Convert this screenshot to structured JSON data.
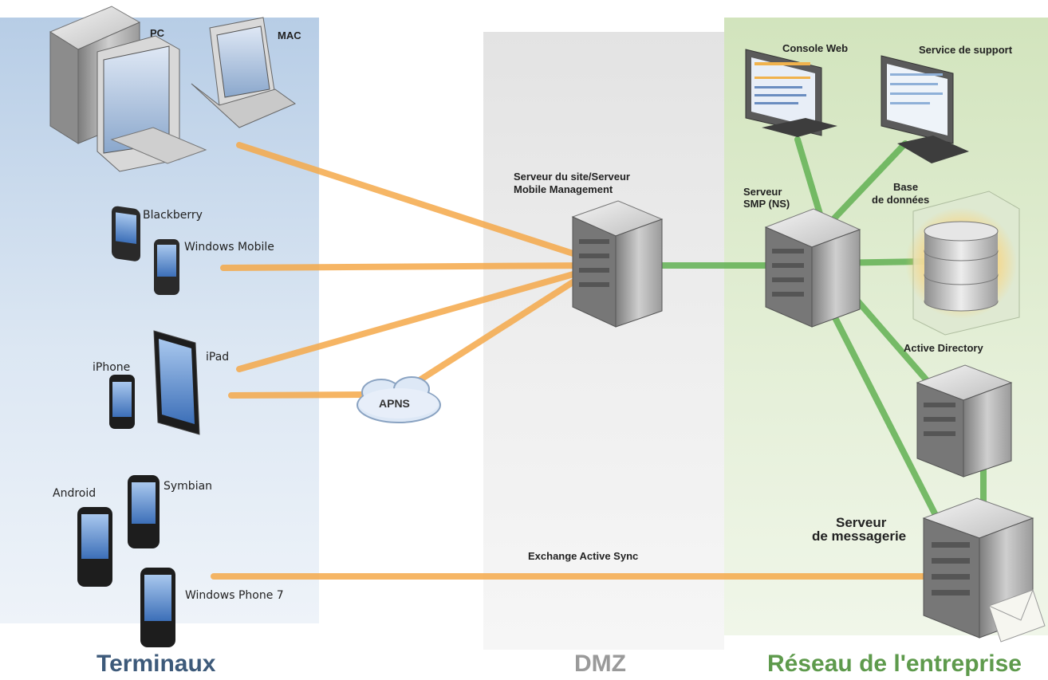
{
  "zones": {
    "terminals": "Terminaux",
    "dmz": "DMZ",
    "enterprise": "Réseau de l'entreprise"
  },
  "devices": {
    "pc": "PC",
    "mac": "MAC",
    "blackberry": "Blackberry",
    "windows_mobile": "Windows Mobile",
    "ipad": "iPad",
    "iphone": "iPhone",
    "android": "Android",
    "symbian": "Symbian",
    "windows_phone": "Windows Phone 7"
  },
  "cloud": {
    "label": "APNS"
  },
  "dmz_server": {
    "line1": "Serveur du site/Serveur",
    "line2": "Mobile Management"
  },
  "enterprise": {
    "console_web": "Console Web",
    "service_support": "Service de support",
    "smp_server": {
      "line1": "Serveur",
      "line2": "SMP (NS)"
    },
    "database": {
      "line1": "Base",
      "line2": "de données"
    },
    "active_directory": "Active Directory",
    "mail_server": {
      "line1": "Serveur",
      "line2": "de messagerie"
    }
  },
  "links": {
    "exchange": "Exchange Active Sync"
  },
  "colors": {
    "orange_link": "#f5a94a",
    "green_link": "#62b153"
  }
}
